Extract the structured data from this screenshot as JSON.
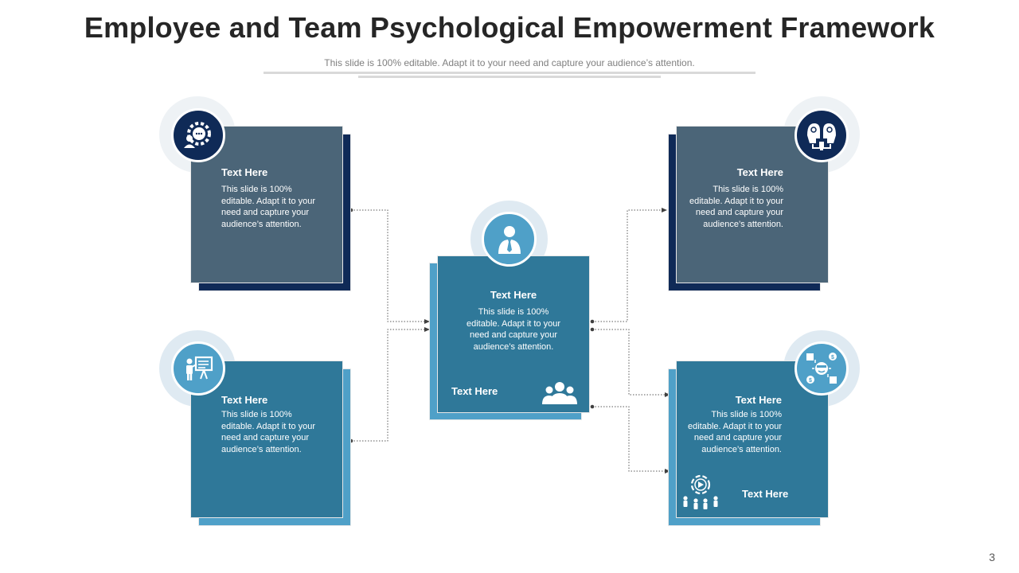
{
  "header": {
    "title": "Employee and Team Psychological Empowerment Framework",
    "subtitle": "This slide is 100% editable. Adapt it to your need and capture your audience’s attention."
  },
  "cards": {
    "top_left": {
      "title": "Text Here",
      "body": "This slide is 100% editable. Adapt it to your need and capture your audience’s attention.",
      "icon": "gear-person-chat-icon"
    },
    "bottom_left": {
      "title": "Text Here",
      "body": "This slide is 100% editable. Adapt it to your need and capture your audience’s attention.",
      "icon": "presenter-board-icon"
    },
    "center": {
      "title": "Text Here",
      "body": "This slide is 100% editable. Adapt it to your need and capture your audience’s attention.",
      "footer": "Text Here",
      "icon": "businessman-icon",
      "footer_icon": "team-group-icon"
    },
    "top_right": {
      "title": "Text Here",
      "body": "This slide is 100% editable. Adapt it to your need and capture your audience’s attention.",
      "icon": "two-heads-connection-icon"
    },
    "bottom_right": {
      "title": "Text Here",
      "body": "This slide is 100% editable. Adapt it to your need and capture your audience’s attention.",
      "footer": "Text Here",
      "icon": "face-money-boxes-icon",
      "footer_icon": "people-cycle-icon"
    }
  },
  "colors": {
    "slate": "#4b6578",
    "navy": "#0f2a57",
    "teal": "#2f7899",
    "light_blue": "#4fa0c8",
    "halo": "#dfeaf2",
    "halo_gray": "#eef2f5"
  },
  "page_number": "3"
}
